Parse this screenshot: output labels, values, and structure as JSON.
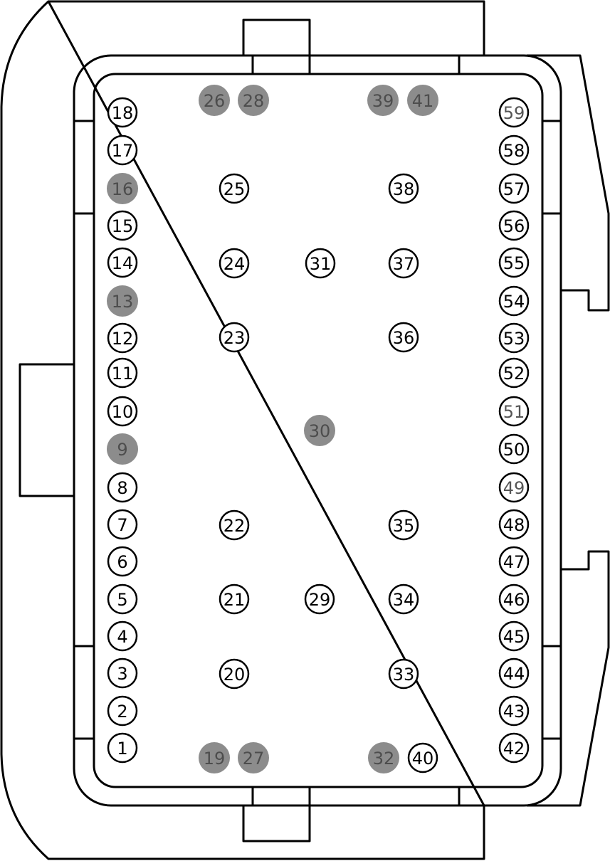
{
  "colors": {
    "outline": "#000000",
    "pin_open_fill": "#ffffff",
    "pin_open_text": "#000000",
    "pin_filled_fill": "#8c8c8c",
    "pin_filled_text": "#4d4d4d",
    "pin_dim_text": "#555555"
  },
  "pins": [
    {
      "label": "18",
      "style": "open"
    },
    {
      "label": "17",
      "style": "open"
    },
    {
      "label": "16",
      "style": "filled"
    },
    {
      "label": "15",
      "style": "open"
    },
    {
      "label": "14",
      "style": "open"
    },
    {
      "label": "13",
      "style": "filled"
    },
    {
      "label": "12",
      "style": "open"
    },
    {
      "label": "11",
      "style": "open"
    },
    {
      "label": "10",
      "style": "open"
    },
    {
      "label": "9",
      "style": "filled"
    },
    {
      "label": "8",
      "style": "open"
    },
    {
      "label": "7",
      "style": "open"
    },
    {
      "label": "6",
      "style": "open"
    },
    {
      "label": "5",
      "style": "open"
    },
    {
      "label": "4",
      "style": "open"
    },
    {
      "label": "3",
      "style": "open"
    },
    {
      "label": "2",
      "style": "open"
    },
    {
      "label": "1",
      "style": "open"
    },
    {
      "label": "26",
      "style": "filled"
    },
    {
      "label": "28",
      "style": "filled"
    },
    {
      "label": "39",
      "style": "filled"
    },
    {
      "label": "41",
      "style": "filled"
    },
    {
      "label": "25",
      "style": "open"
    },
    {
      "label": "38",
      "style": "open"
    },
    {
      "label": "24",
      "style": "open"
    },
    {
      "label": "31",
      "style": "open"
    },
    {
      "label": "37",
      "style": "open"
    },
    {
      "label": "23",
      "style": "open"
    },
    {
      "label": "36",
      "style": "open"
    },
    {
      "label": "30",
      "style": "filled"
    },
    {
      "label": "22",
      "style": "open"
    },
    {
      "label": "35",
      "style": "open"
    },
    {
      "label": "21",
      "style": "open"
    },
    {
      "label": "29",
      "style": "open"
    },
    {
      "label": "34",
      "style": "open"
    },
    {
      "label": "20",
      "style": "open"
    },
    {
      "label": "33",
      "style": "open"
    },
    {
      "label": "19",
      "style": "filled"
    },
    {
      "label": "27",
      "style": "filled"
    },
    {
      "label": "32",
      "style": "filled"
    },
    {
      "label": "40",
      "style": "open"
    },
    {
      "label": "59",
      "style": "dim"
    },
    {
      "label": "58",
      "style": "open"
    },
    {
      "label": "57",
      "style": "open"
    },
    {
      "label": "56",
      "style": "open"
    },
    {
      "label": "55",
      "style": "open"
    },
    {
      "label": "54",
      "style": "open"
    },
    {
      "label": "53",
      "style": "open"
    },
    {
      "label": "52",
      "style": "open"
    },
    {
      "label": "51",
      "style": "dim"
    },
    {
      "label": "50",
      "style": "open"
    },
    {
      "label": "49",
      "style": "dim"
    },
    {
      "label": "48",
      "style": "open"
    },
    {
      "label": "47",
      "style": "open"
    },
    {
      "label": "46",
      "style": "open"
    },
    {
      "label": "45",
      "style": "open"
    },
    {
      "label": "44",
      "style": "open"
    },
    {
      "label": "43",
      "style": "open"
    },
    {
      "label": "42",
      "style": "open"
    }
  ]
}
